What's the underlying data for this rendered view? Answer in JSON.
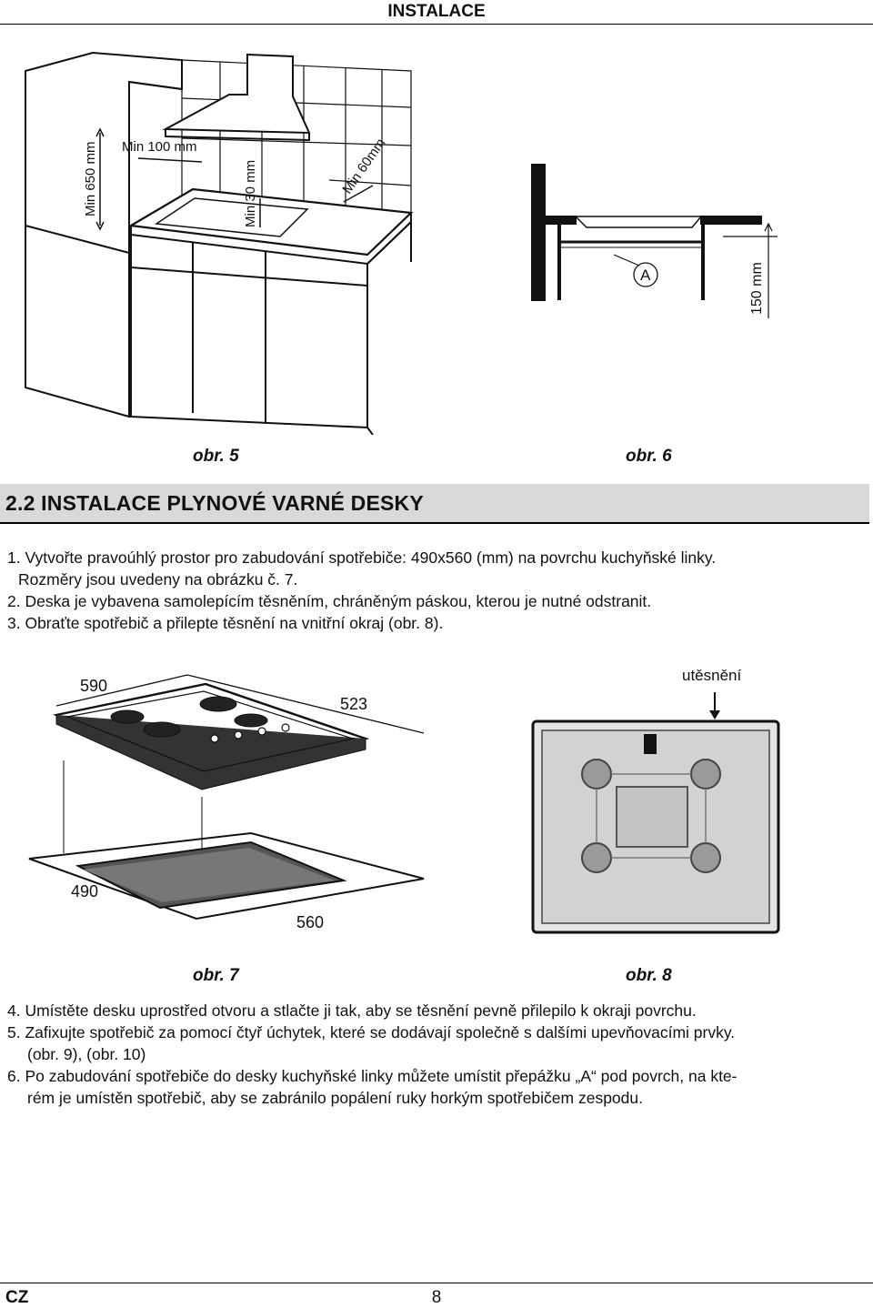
{
  "header": {
    "title": "INSTALACE"
  },
  "figures": {
    "fig5": {
      "caption": "obr. 5",
      "labels": {
        "min650": "Min 650 mm",
        "min100": "Min 100 mm",
        "min30": "Min 30 mm",
        "min60": "Min 60mm"
      }
    },
    "fig6": {
      "caption": "obr. 6",
      "labels": {
        "a": "A",
        "dim150": "150 mm"
      }
    },
    "fig7": {
      "caption": "obr. 7",
      "labels": {
        "d590": "590",
        "d523": "523",
        "d490": "490",
        "d560": "560"
      }
    },
    "fig8": {
      "caption": "obr. 8",
      "labels": {
        "seal": "utěsnění"
      }
    }
  },
  "section": {
    "title": "2.2 INSTALACE PLYNOVÉ VARNÉ DESKY"
  },
  "steps_a": [
    "1. Vytvořte pravoúhlý prostor pro zabudování spotřebiče: 490x560 (mm) na povrchu kuchyňské linky.",
    "Rozměry jsou uvedeny na obrázku č. 7.",
    "2. Deska je vybavena samolepícím těsněním, chráněným páskou, kterou je nutné odstranit.",
    "3. Obraťte spotřebič a přilepte těsnění na vnitřní okraj (obr. 8)."
  ],
  "steps_b": [
    "4. Umístěte desku uprostřed otvoru a stlačte ji tak, aby se těsnění pevně přilepilo k okraji povrchu.",
    "5. Zafixujte spotřebič za pomocí čtyř úchytek, které se dodávají společně s dalšími upevňovacími prvky.",
    "(obr. 9), (obr. 10)",
    "6. Po zabudování spotřebiče do desky kuchyňské linky můžete umístit přepážku „A“ pod povrch, na kte-",
    "rém je umístěn spotřebič, aby se zabránilo popálení ruky horkým spotřebičem zespodu."
  ],
  "footer": {
    "lang": "CZ",
    "page": "8"
  }
}
